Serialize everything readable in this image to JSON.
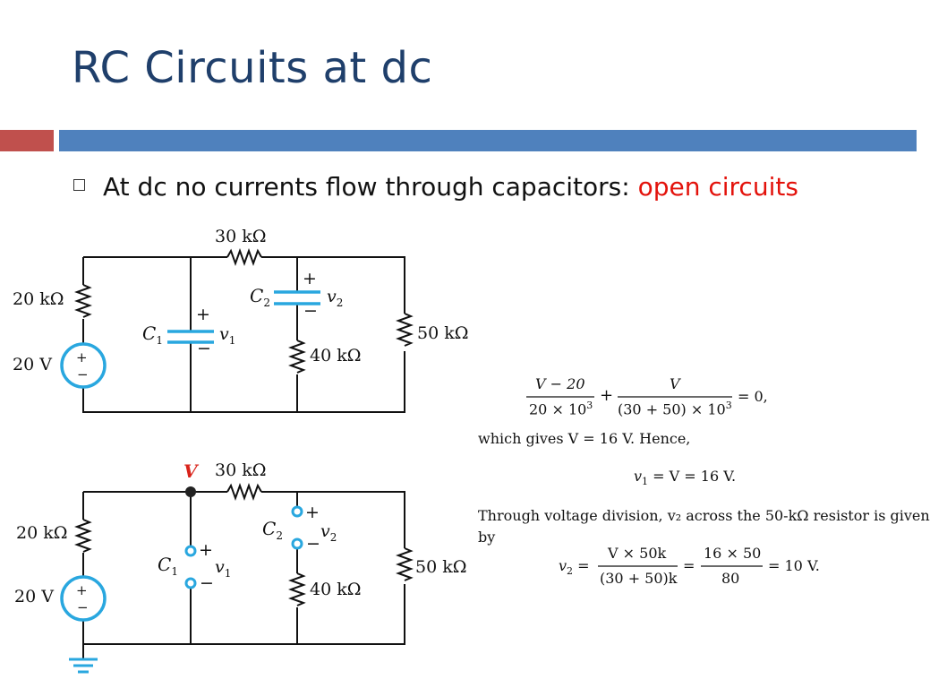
{
  "slide": {
    "title": "RC Circuits at dc",
    "bullet_text": "At dc no currents flow through capacitors:",
    "bullet_highlight": "open circuits",
    "colors": {
      "title": "#1f3f6b",
      "band_red": "#c0504d",
      "band_blue": "#4f81bd",
      "highlight": "#e3120b",
      "component_accent": "#29a7df"
    }
  },
  "circuit_top": {
    "r_top": "30 kΩ",
    "r_left": "20 kΩ",
    "source": "20 V",
    "c1": "C",
    "c1_sub": "1",
    "v1": "v",
    "v1_sub": "1",
    "c2": "C",
    "c2_sub": "2",
    "v2": "v",
    "v2_sub": "2",
    "r_mid": "40 kΩ",
    "r_right": "50 kΩ",
    "plus": "+",
    "minus": "−"
  },
  "circuit_bottom": {
    "node": "V",
    "r_top": "30 kΩ",
    "r_left": "20 kΩ",
    "source": "20 V",
    "c1": "C",
    "c1_sub": "1",
    "v1": "v",
    "v1_sub": "1",
    "c2": "C",
    "c2_sub": "2",
    "v2": "v",
    "v2_sub": "2",
    "r_mid": "40 kΩ",
    "r_right": "50 kΩ",
    "plus": "+",
    "minus": "−"
  },
  "solution": {
    "eq1_num1": "V − 20",
    "eq1_den1": "20 × 10",
    "eq1_den1_exp": "3",
    "eq1_plus": "+",
    "eq1_num2": "V",
    "eq1_den2": "(30 + 50) × 10",
    "eq1_den2_exp": "3",
    "eq1_tail": "= 0,",
    "line1": "which gives V = 16 V. Hence,",
    "eq2": "v",
    "eq2_sub": "1",
    "eq2_rest": " = V = 16 V.",
    "line2": "Through voltage division, v₂ across the 50-kΩ resistor is given",
    "line3": "by",
    "eq3_lhs": "v",
    "eq3_lhs_sub": "2",
    "eq3_eq": "=",
    "eq3_num1": "V × 50k",
    "eq3_den1": "(30 + 50)k",
    "eq3_eq2": "=",
    "eq3_num2": "16 × 50",
    "eq3_den2": "80",
    "eq3_tail": "= 10 V."
  }
}
